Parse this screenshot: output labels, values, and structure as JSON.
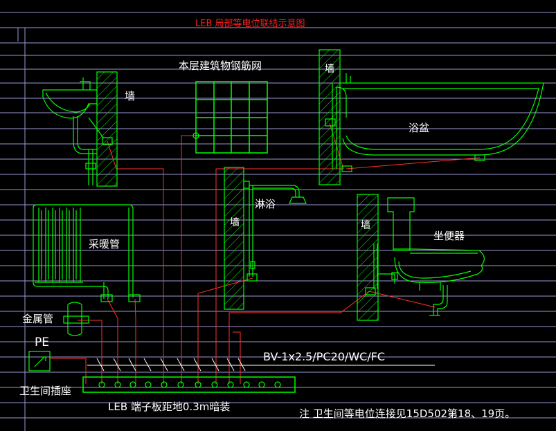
{
  "title": "LEB 局部等电位联结示意图",
  "labels": {
    "rebar_mesh": "本层建筑物钢筋网",
    "wall": "墙",
    "bathtub": "浴盆",
    "shower": "淋浴",
    "radiator": "采暖管",
    "toilet": "坐便器",
    "metal_pipe": "金属管",
    "pe": "PE",
    "bathroom_socket": "卫生间插座",
    "cable_spec": "BV-1x2.5/PC20/WC/FC",
    "terminal_board": "LEB 端子板距地0.3m暗装",
    "note": "注 卫生间等电位连接见15D502第18、19页。"
  },
  "colors": {
    "background": "#000000",
    "grid_lines": "#9a9ad6",
    "equipment": "#00ff00",
    "wiring": "#ff3030",
    "title": "#ff2020",
    "labels": "#ffffff"
  }
}
